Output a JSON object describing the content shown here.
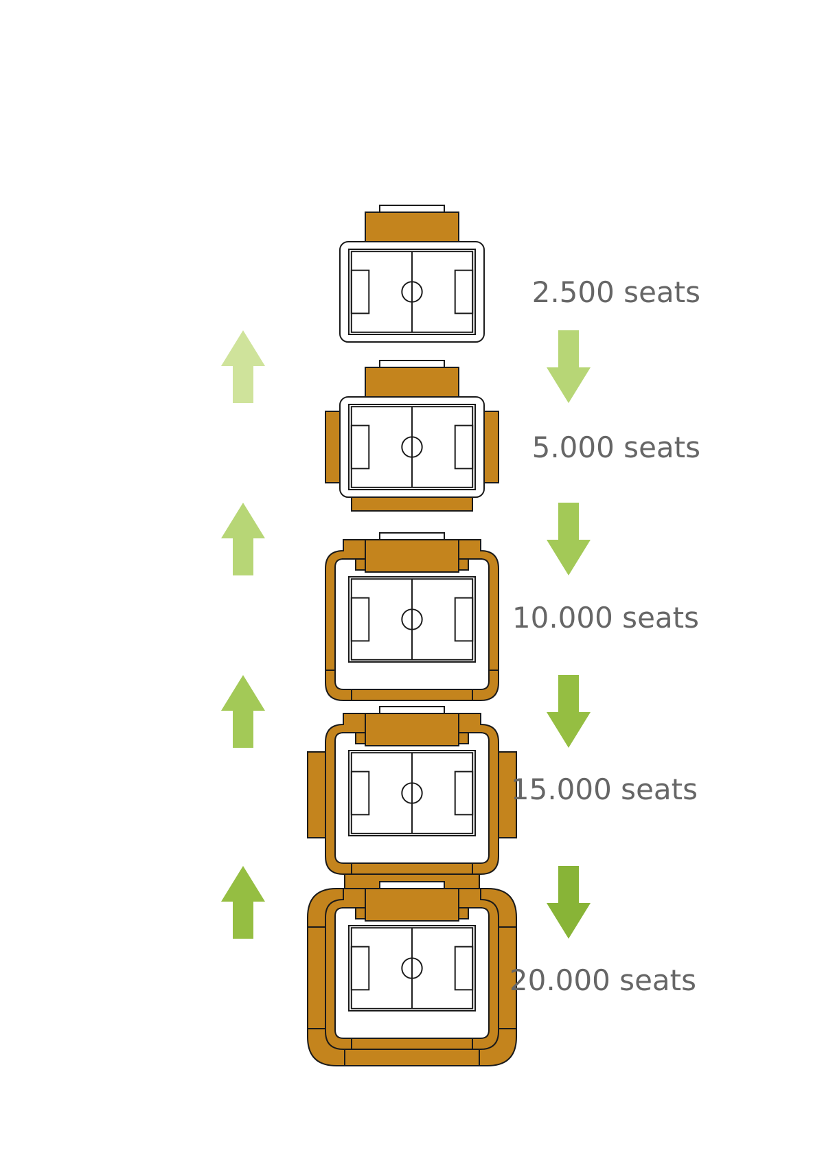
{
  "stages": [
    {
      "label": "2.500 seats",
      "capacity": 2500
    },
    {
      "label": "5.000 seats",
      "capacity": 5000
    },
    {
      "label": "10.000 seats",
      "capacity": 10000
    },
    {
      "label": "15.000 seats",
      "capacity": 15000
    },
    {
      "label": "20.000 seats",
      "capacity": 20000
    }
  ],
  "colors": {
    "stand_fill": "#C4841D",
    "outline": "#1a1a1a",
    "label_text": "#666666",
    "arrow_shades": [
      "#CFE39B",
      "#B7D676",
      "#A3C957",
      "#95BE42",
      "#88B437"
    ]
  },
  "arrows": {
    "left_direction": "up",
    "right_direction": "down"
  }
}
